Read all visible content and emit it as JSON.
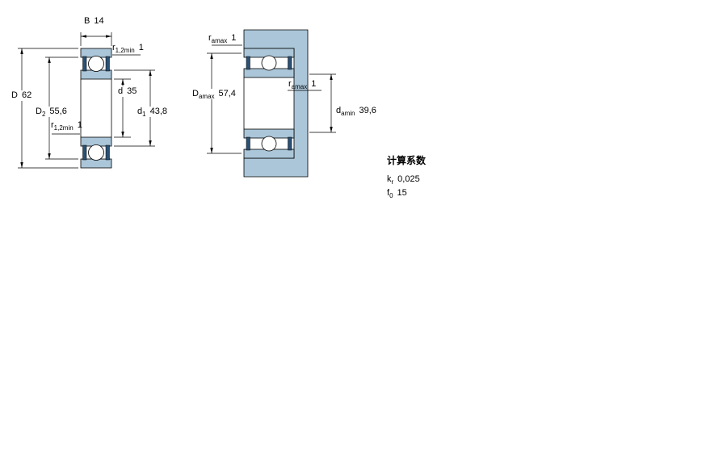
{
  "drawing": {
    "section_view": {
      "dims": {
        "B": {
          "sym": "B",
          "sub": "",
          "val": "14"
        },
        "r12_top": {
          "sym": "r",
          "sub": "1,2min",
          "val": "1"
        },
        "d": {
          "sym": "d",
          "sub": "",
          "val": "35"
        },
        "D": {
          "sym": "D",
          "sub": "",
          "val": "62"
        },
        "D2": {
          "sym": "D",
          "sub": "2",
          "val": "55,6"
        },
        "d1": {
          "sym": "d",
          "sub": "1",
          "val": "43,8"
        },
        "r12_bot": {
          "sym": "r",
          "sub": "1,2min",
          "val": "1"
        }
      }
    },
    "mounting_view": {
      "dims": {
        "ra_top": {
          "sym": "r",
          "sub": "amax",
          "val": "1"
        },
        "Da": {
          "sym": "D",
          "sub": "amax",
          "val": "57,4"
        },
        "ra_mid": {
          "sym": "r",
          "sub": "amax",
          "val": "1"
        },
        "da": {
          "sym": "d",
          "sub": "amin",
          "val": "39,6"
        }
      }
    },
    "calculation_factors": {
      "heading": "计算系数",
      "rows": {
        "kr": {
          "sym": "k",
          "sub": "r",
          "val": "0,025"
        },
        "f0": {
          "sym": "f",
          "sub": "0",
          "val": "15"
        }
      }
    },
    "colors": {
      "steel_fill": "#abc6d8",
      "seal_fill": "#2b5174",
      "line": "#000000",
      "background": "#ffffff"
    }
  }
}
